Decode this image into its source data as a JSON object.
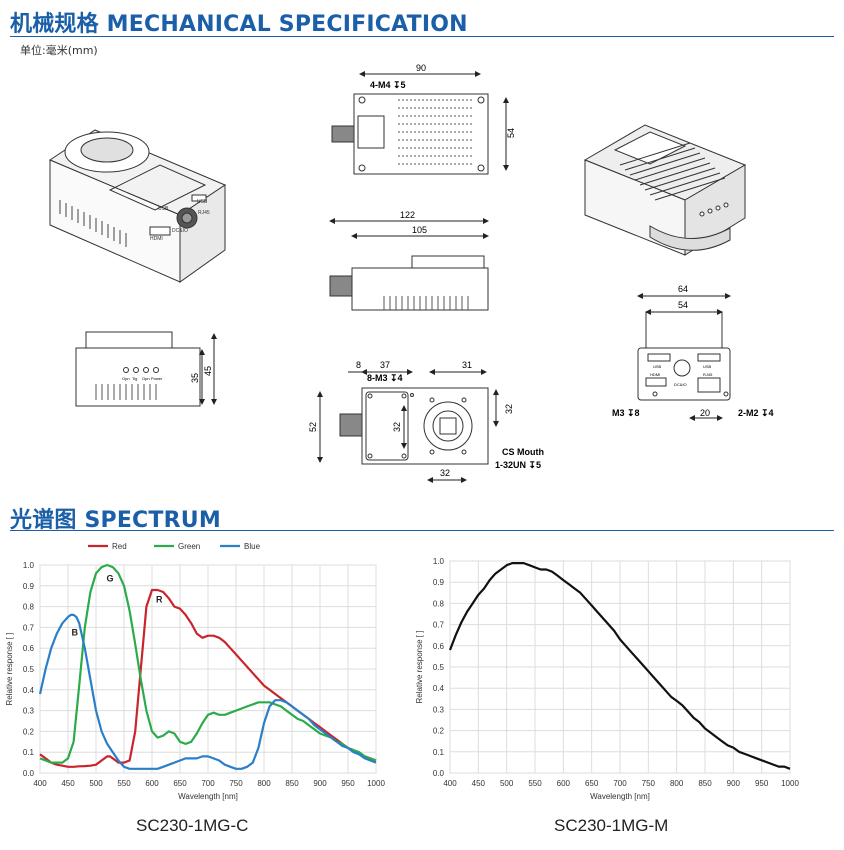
{
  "sections": {
    "mechanical_title": "机械规格 MECHANICAL SPECIFICATION",
    "spectrum_title": "光谱图  SPECTRUM"
  },
  "unit_note": "单位:毫米(mm)",
  "drawings": {
    "top_view": {
      "width": "90",
      "height": "54",
      "hole_note": "4-M4 ↧5"
    },
    "side_view": {
      "overall": "122",
      "body": "105"
    },
    "left_view": {
      "d1": "35",
      "d2": "45",
      "ports": [
        "Opn",
        "Tig",
        "Opn",
        "Power"
      ]
    },
    "front_view": {
      "d8": "8",
      "d37": "37",
      "d31": "31",
      "d32a": "32",
      "d52": "52",
      "d32b": "32",
      "d32c": "32",
      "hole_note": "8-M3 ↧4",
      "mount_note1": "CS Mouth",
      "mount_note2": "1-32UN ↧5"
    },
    "back_view": {
      "d64": "64",
      "d54": "54",
      "d20": "20",
      "note_left": "M3 ↧8",
      "note_right": "2-M2 ↧4",
      "ports": [
        "USB",
        "USB",
        "HDMI",
        "DC&IO",
        "RJ45"
      ]
    },
    "iso_left_labels": [
      "USB",
      "HDMI",
      "DC&IO",
      "USB",
      "RJ45"
    ]
  },
  "colors": {
    "accent": "#1a5fa8",
    "red": "#c8252c",
    "green": "#2bab4a",
    "blue": "#2a7fc8",
    "mono": "#111111"
  },
  "chart_data": [
    {
      "type": "line",
      "title": "",
      "xlabel": "Wavelength [nm]",
      "ylabel": "Relative response [ ]",
      "xlim": [
        400,
        1000
      ],
      "ylim": [
        0,
        1.0
      ],
      "xticks": [
        400,
        450,
        500,
        550,
        600,
        650,
        700,
        750,
        800,
        850,
        900,
        950,
        1000
      ],
      "yticks": [
        0.0,
        0.1,
        0.2,
        0.3,
        0.4,
        0.5,
        0.6,
        0.7,
        0.8,
        0.9,
        1.0
      ],
      "grid": true,
      "legend": "top-center",
      "caption": "SC230-1MG-C",
      "annotations": [
        {
          "text": "G",
          "x": 525,
          "y": 0.92
        },
        {
          "text": "R",
          "x": 613,
          "y": 0.82
        },
        {
          "text": "B",
          "x": 462,
          "y": 0.66
        }
      ],
      "series": [
        {
          "name": "Red",
          "color": "#c8252c",
          "x": [
            400,
            410,
            420,
            430,
            440,
            450,
            460,
            470,
            480,
            490,
            500,
            510,
            520,
            525,
            530,
            540,
            550,
            560,
            570,
            580,
            590,
            600,
            610,
            620,
            630,
            640,
            650,
            660,
            670,
            680,
            690,
            700,
            710,
            720,
            730,
            740,
            750,
            760,
            770,
            780,
            790,
            800,
            810,
            820,
            830,
            840,
            850,
            860,
            870,
            880,
            890,
            900,
            910,
            920,
            930,
            940,
            950,
            960,
            970,
            980,
            990,
            1000
          ],
          "y": [
            0.09,
            0.07,
            0.05,
            0.04,
            0.035,
            0.03,
            0.03,
            0.032,
            0.033,
            0.035,
            0.04,
            0.06,
            0.08,
            0.08,
            0.07,
            0.05,
            0.05,
            0.06,
            0.2,
            0.5,
            0.8,
            0.88,
            0.88,
            0.87,
            0.84,
            0.8,
            0.79,
            0.76,
            0.72,
            0.67,
            0.65,
            0.66,
            0.66,
            0.65,
            0.63,
            0.6,
            0.57,
            0.54,
            0.51,
            0.48,
            0.45,
            0.42,
            0.4,
            0.38,
            0.36,
            0.34,
            0.32,
            0.3,
            0.28,
            0.26,
            0.24,
            0.22,
            0.2,
            0.18,
            0.16,
            0.14,
            0.12,
            0.11,
            0.09,
            0.08,
            0.07,
            0.06
          ]
        },
        {
          "name": "Green",
          "color": "#2bab4a",
          "x": [
            400,
            410,
            420,
            430,
            440,
            450,
            460,
            470,
            480,
            490,
            500,
            510,
            520,
            530,
            540,
            550,
            560,
            570,
            580,
            590,
            600,
            610,
            620,
            630,
            640,
            650,
            660,
            670,
            680,
            690,
            700,
            710,
            720,
            730,
            740,
            750,
            760,
            770,
            780,
            790,
            800,
            810,
            820,
            830,
            840,
            850,
            860,
            870,
            880,
            890,
            900,
            910,
            920,
            930,
            940,
            950,
            960,
            970,
            980,
            990,
            1000
          ],
          "y": [
            0.07,
            0.06,
            0.05,
            0.05,
            0.05,
            0.07,
            0.15,
            0.42,
            0.7,
            0.87,
            0.96,
            0.99,
            1.0,
            0.99,
            0.96,
            0.9,
            0.78,
            0.62,
            0.45,
            0.3,
            0.2,
            0.17,
            0.18,
            0.2,
            0.19,
            0.15,
            0.14,
            0.15,
            0.19,
            0.24,
            0.28,
            0.29,
            0.28,
            0.28,
            0.29,
            0.3,
            0.31,
            0.32,
            0.33,
            0.34,
            0.34,
            0.34,
            0.33,
            0.32,
            0.3,
            0.28,
            0.26,
            0.25,
            0.23,
            0.21,
            0.19,
            0.18,
            0.17,
            0.15,
            0.14,
            0.12,
            0.11,
            0.1,
            0.08,
            0.07,
            0.06
          ]
        },
        {
          "name": "Blue",
          "color": "#2a7fc8",
          "x": [
            400,
            410,
            420,
            430,
            440,
            450,
            455,
            460,
            465,
            470,
            480,
            490,
            500,
            510,
            520,
            530,
            540,
            550,
            560,
            570,
            580,
            590,
            600,
            610,
            620,
            630,
            640,
            650,
            660,
            670,
            680,
            690,
            700,
            710,
            720,
            730,
            740,
            750,
            760,
            770,
            780,
            790,
            800,
            810,
            820,
            830,
            840,
            850,
            860,
            870,
            880,
            890,
            900,
            910,
            920,
            930,
            940,
            950,
            960,
            970,
            980,
            990,
            1000
          ],
          "y": [
            0.38,
            0.5,
            0.6,
            0.67,
            0.72,
            0.75,
            0.76,
            0.76,
            0.75,
            0.72,
            0.6,
            0.45,
            0.3,
            0.2,
            0.14,
            0.1,
            0.06,
            0.03,
            0.02,
            0.02,
            0.02,
            0.02,
            0.02,
            0.02,
            0.03,
            0.04,
            0.05,
            0.06,
            0.07,
            0.07,
            0.07,
            0.08,
            0.08,
            0.07,
            0.06,
            0.04,
            0.03,
            0.02,
            0.02,
            0.03,
            0.05,
            0.12,
            0.24,
            0.32,
            0.35,
            0.35,
            0.34,
            0.32,
            0.3,
            0.28,
            0.26,
            0.23,
            0.21,
            0.19,
            0.17,
            0.15,
            0.13,
            0.12,
            0.1,
            0.09,
            0.07,
            0.06,
            0.05
          ]
        }
      ]
    },
    {
      "type": "line",
      "title": "",
      "xlabel": "Wavelength [nm]",
      "ylabel": "Relative response [ ]",
      "xlim": [
        400,
        1000
      ],
      "ylim": [
        0,
        1.0
      ],
      "xticks": [
        400,
        450,
        500,
        550,
        600,
        650,
        700,
        750,
        800,
        850,
        900,
        950,
        1000
      ],
      "yticks": [
        0.0,
        0.1,
        0.2,
        0.3,
        0.4,
        0.5,
        0.6,
        0.7,
        0.8,
        0.9,
        1.0
      ],
      "grid": true,
      "legend": "none",
      "caption": "SC230-1MG-M",
      "series": [
        {
          "name": "",
          "color": "#111111",
          "x": [
            400,
            410,
            420,
            430,
            440,
            450,
            460,
            470,
            480,
            490,
            500,
            510,
            520,
            530,
            540,
            550,
            560,
            570,
            580,
            590,
            600,
            610,
            620,
            630,
            640,
            650,
            660,
            670,
            680,
            690,
            700,
            710,
            720,
            730,
            740,
            750,
            760,
            770,
            780,
            790,
            800,
            810,
            820,
            830,
            840,
            850,
            860,
            870,
            880,
            890,
            900,
            910,
            920,
            930,
            940,
            950,
            960,
            970,
            980,
            990,
            1000
          ],
          "y": [
            0.58,
            0.65,
            0.71,
            0.76,
            0.8,
            0.84,
            0.87,
            0.91,
            0.94,
            0.96,
            0.98,
            0.99,
            0.99,
            0.99,
            0.98,
            0.97,
            0.96,
            0.96,
            0.95,
            0.93,
            0.91,
            0.89,
            0.87,
            0.85,
            0.82,
            0.79,
            0.76,
            0.73,
            0.7,
            0.67,
            0.63,
            0.6,
            0.57,
            0.54,
            0.51,
            0.48,
            0.45,
            0.42,
            0.39,
            0.36,
            0.34,
            0.32,
            0.29,
            0.26,
            0.24,
            0.21,
            0.19,
            0.17,
            0.15,
            0.13,
            0.12,
            0.1,
            0.09,
            0.08,
            0.07,
            0.06,
            0.05,
            0.04,
            0.03,
            0.03,
            0.02
          ]
        }
      ]
    }
  ]
}
